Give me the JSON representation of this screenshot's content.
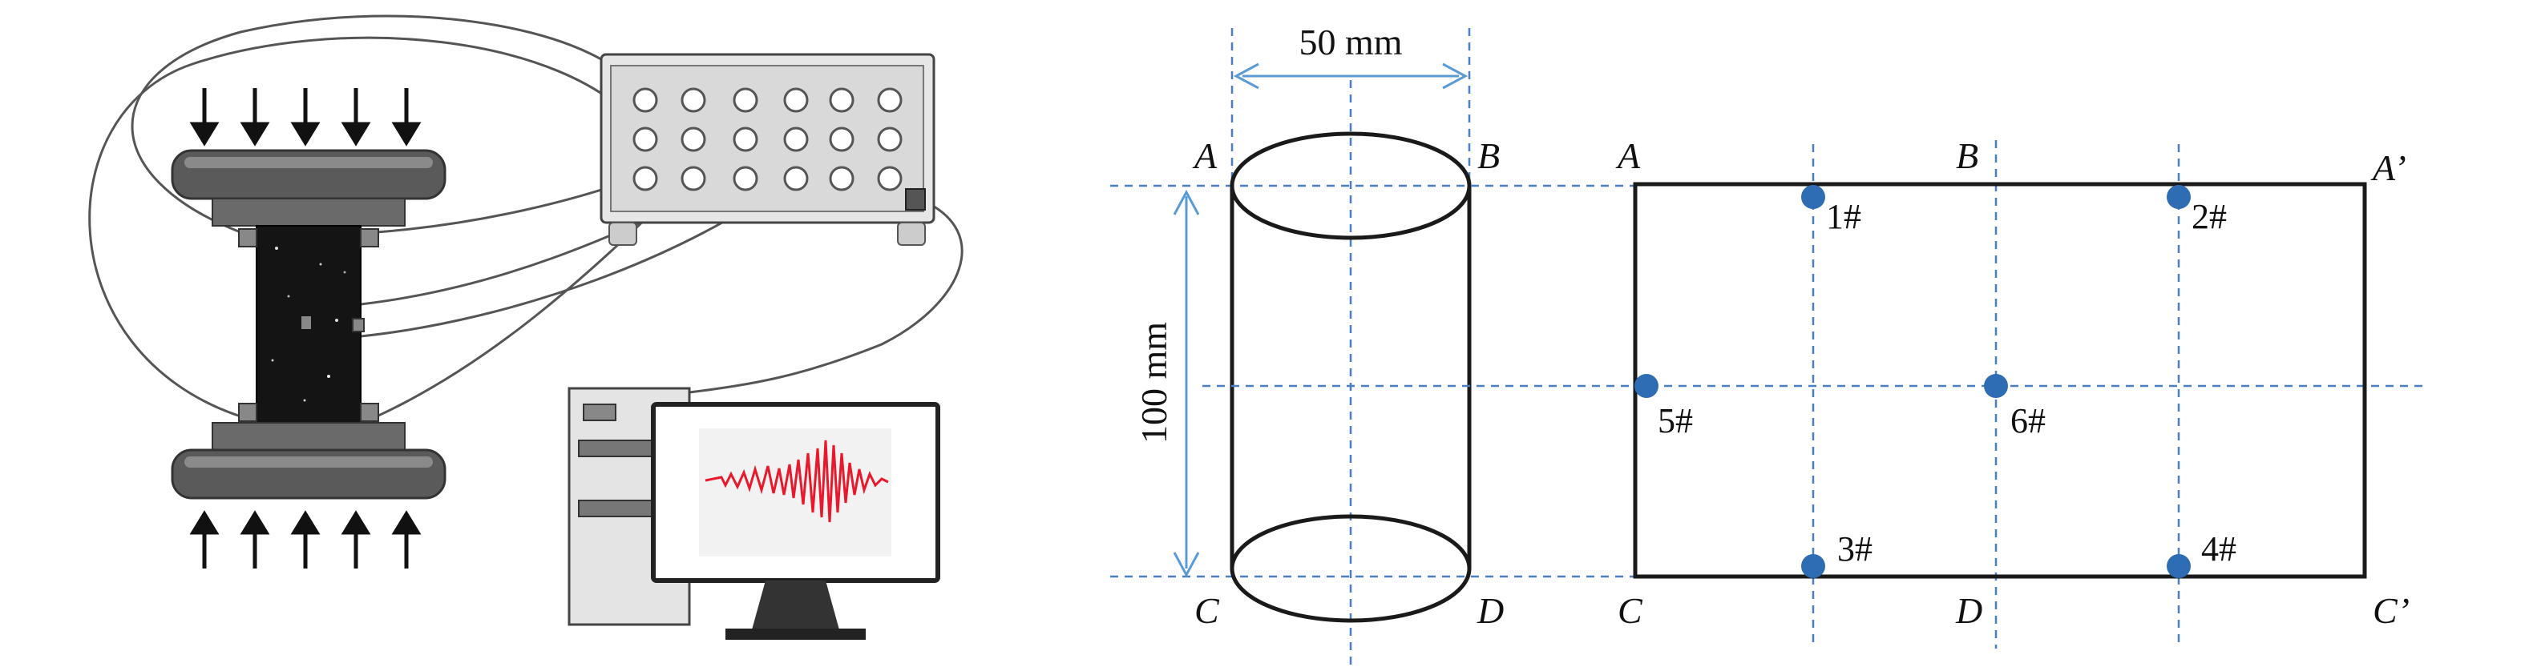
{
  "dimension": {
    "width": "50 mm",
    "height": "100 mm"
  },
  "cylinder_corners": {
    "top_left": "A",
    "top_right": "B",
    "bottom_left": "C",
    "bottom_right": "D"
  },
  "unrolled_corners": {
    "top_left": "A",
    "top_mid": "B",
    "top_right": "A’",
    "bottom_left": "C",
    "bottom_mid": "D",
    "bottom_right": "C’"
  },
  "sensors": [
    "1#",
    "2#",
    "3#",
    "4#",
    "5#",
    "6#"
  ],
  "colors": {
    "guide_line": "#4a7fc1",
    "sensor_dot": "#2e6db4",
    "dimension_arrow": "#5b9bd5",
    "waveform": "#e8192c",
    "line": "#1a1a1a"
  }
}
